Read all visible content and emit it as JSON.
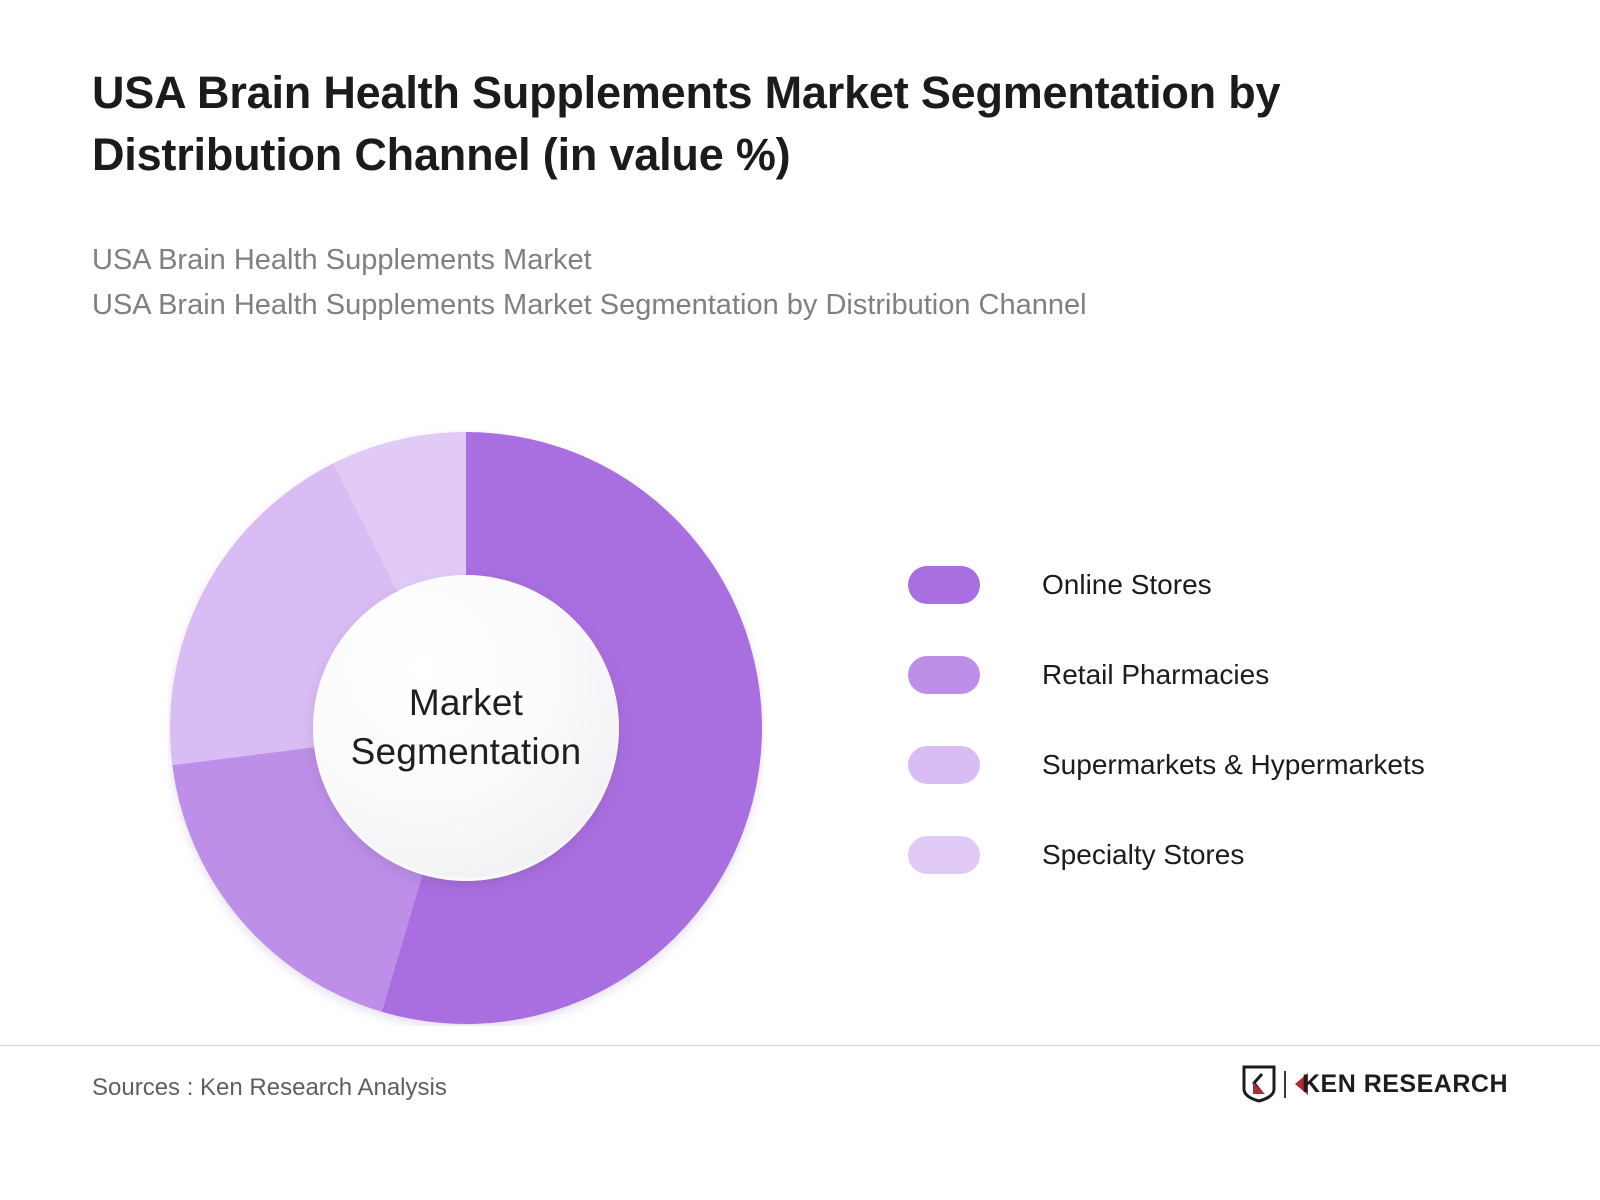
{
  "header": {
    "title": "USA Brain Health Supplements Market Segmentation by Distribution Channel (in value %)",
    "subtitle_line1": "USA Brain Health Supplements Market",
    "subtitle_line2": "USA Brain Health Supplements Market Segmentation by Distribution Channel"
  },
  "donut": {
    "center_line1": "Market",
    "center_line2": "Segmentation"
  },
  "legend": {
    "items": [
      {
        "label": "Online Stores",
        "color": "#a96ee0"
      },
      {
        "label": "Retail Pharmacies",
        "color": "#bd8fe8"
      },
      {
        "label": "Supermarkets & Hypermarkets",
        "color": "#d9bcf3"
      },
      {
        "label": "Specialty Stores",
        "color": "#e1cbf6"
      }
    ]
  },
  "footer": {
    "sources": "Sources : Ken Research Analysis",
    "logo_text": "KEN RESEARCH"
  },
  "chart_data": {
    "type": "pie",
    "title": "USA Brain Health Supplements Market Segmentation by Distribution Channel (in value %)",
    "subtitle": "USA Brain Health Supplements Market",
    "unit": "%",
    "center_label": "Market Segmentation",
    "donut": true,
    "inner_radius_ratio": 0.515,
    "start_angle_deg": 0,
    "direction": "clockwise",
    "legend_position": "right",
    "grid": false,
    "categories": [
      "Online Stores",
      "Retail Pharmacies",
      "Supermarkets & Hypermarkets",
      "Specialty Stores"
    ],
    "values": [
      54.6,
      18.4,
      19.6,
      7.4
    ],
    "colors": [
      "#a96ee0",
      "#bd8fe8",
      "#d9bcf3",
      "#e1cbf6"
    ],
    "slices": [
      {
        "label": "Online Stores",
        "value": 54.6,
        "angle_deg": 196.7,
        "color": "#a96ee0"
      },
      {
        "label": "Retail Pharmacies",
        "value": 18.4,
        "angle_deg": 66.2,
        "color": "#bd8fe8"
      },
      {
        "label": "Supermarkets & Hypermarkets",
        "value": 19.6,
        "angle_deg": 70.5,
        "color": "#d9bcf3"
      },
      {
        "label": "Specialty Stores",
        "value": 7.4,
        "angle_deg": 26.6,
        "color": "#e1cbf6"
      }
    ]
  }
}
